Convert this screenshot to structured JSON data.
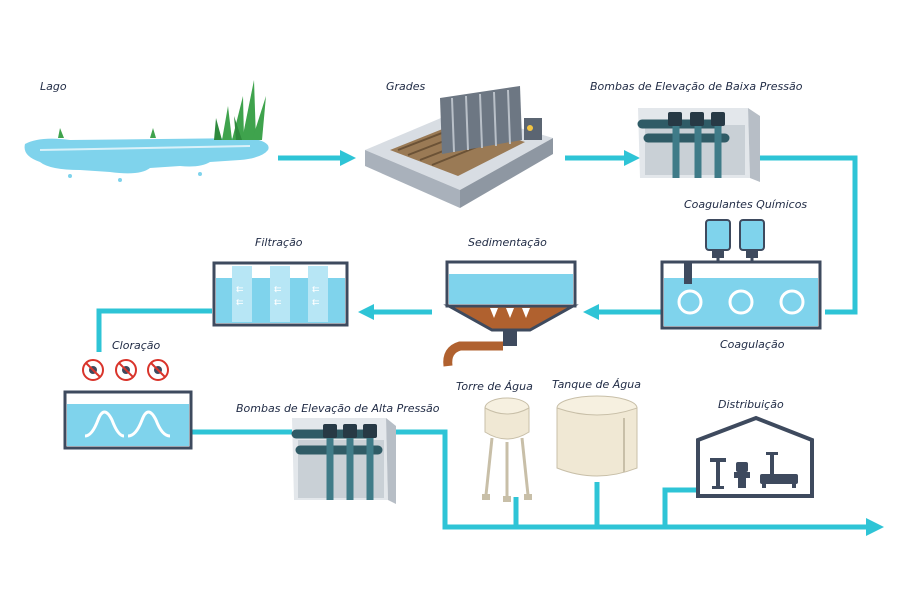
{
  "stages": {
    "lake": "Lago",
    "screens": "Grades",
    "low_pressure_pumps": "Bombas de Elevação de Baixa Pressão",
    "chemical_coagulants": "Coagulantes Químicos",
    "coagulation": "Coagulação",
    "sedimentation": "Sedimentação",
    "filtration": "Filtração",
    "chlorination": "Cloração",
    "high_pressure_pumps": "Bombas de Elevação de Alta Pressão",
    "water_tower": "Torre de Água",
    "water_tank": "Tanque de Água",
    "distribution": "Distribuição"
  },
  "colors": {
    "pipe": "#2ec4d6",
    "water": "#7fd3ec",
    "tank_frame": "#3e4a5e",
    "navy_text": "#1f2a44",
    "sludge": "#b0612f",
    "grass": "#3fa34d"
  }
}
